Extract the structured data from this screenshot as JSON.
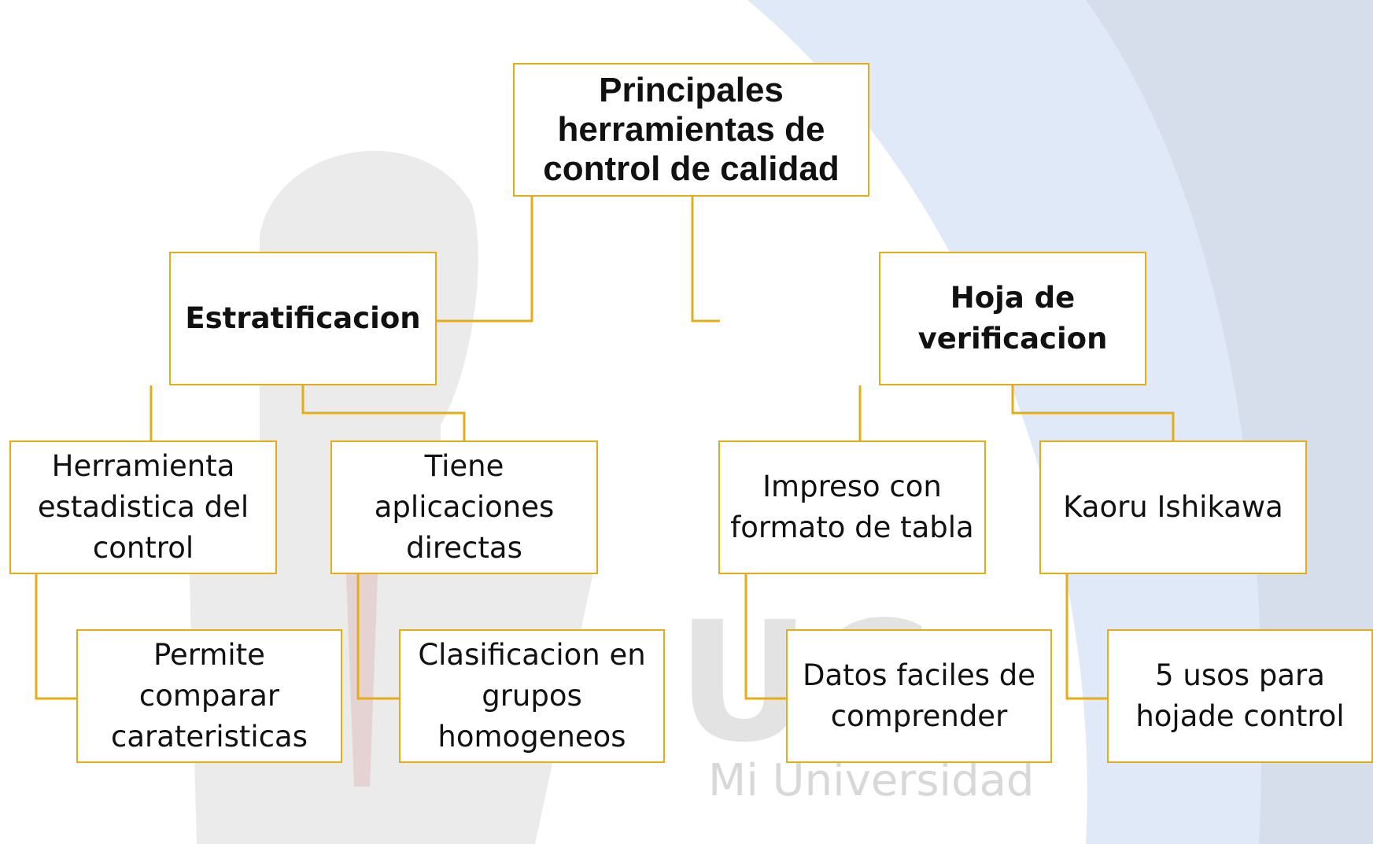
{
  "colors": {
    "border": "#e6ac17",
    "connector": "#e6ac17",
    "watermark_blue": "#d6e2f4",
    "watermark_gray": "#dddddd"
  },
  "watermark": {
    "brand": "UC",
    "tagline": "Mi Universidad"
  },
  "root": {
    "text": "Principales herramientas de control de calidad"
  },
  "branches": {
    "estratificacion": {
      "title": "Estratificacion",
      "children": [
        {
          "text": "Herramienta estadistica del control",
          "detail": "Permite comparar carateristicas"
        },
        {
          "text": "Tiene aplicaciones directas",
          "detail": "Clasificacion en grupos homogeneos"
        }
      ]
    },
    "hoja_verificacion": {
      "title": "Hoja de verificacion",
      "children": [
        {
          "text": "Impreso con formato de tabla",
          "detail": "Datos faciles de comprender"
        },
        {
          "text": "Kaoru Ishikawa",
          "detail": "5 usos para hojade control"
        }
      ]
    }
  }
}
